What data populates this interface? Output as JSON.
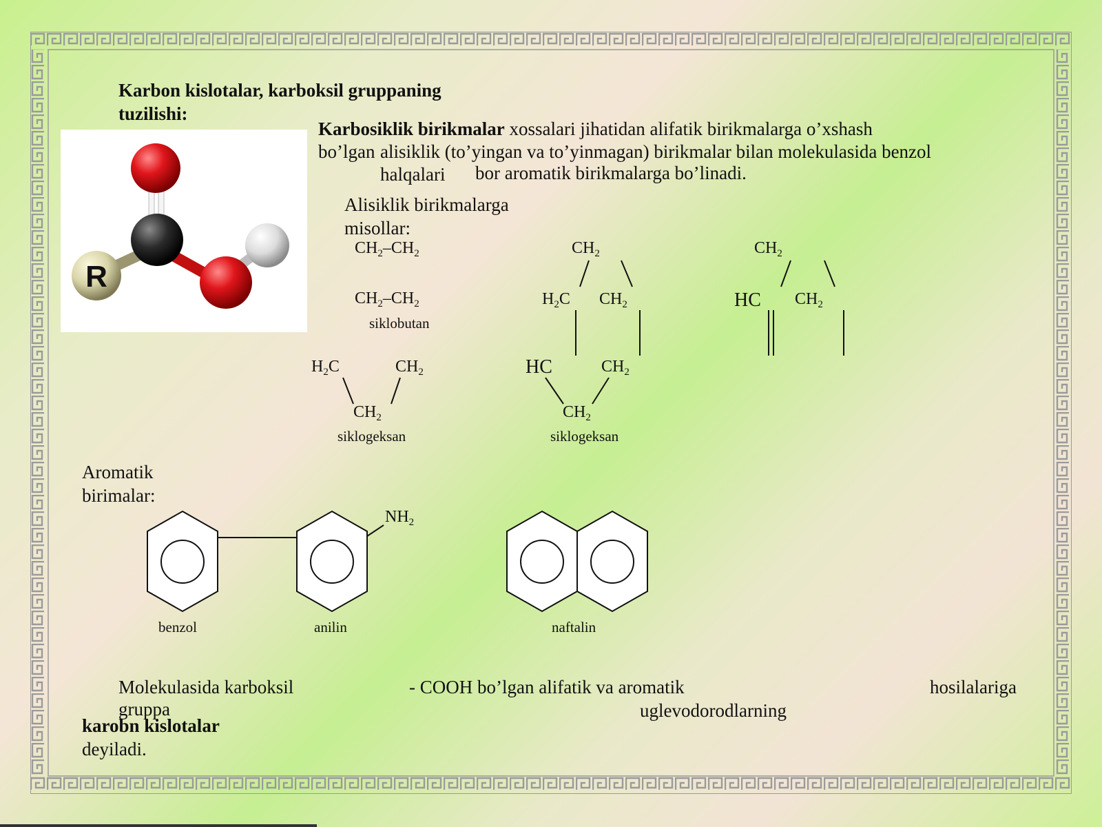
{
  "heading": {
    "line1": "Karbon kislotalar, karboksil gruppaning",
    "line2": "tuzilishi:"
  },
  "intro": {
    "bold": "Karbosiklik birikmalar",
    "rest1": "xossalari jihatidan alifatik birikmalarga o’xshash",
    "part2a": "bo’lgan",
    "part2b": "alisiklik (to’yingan va to’yinmagan) birikmalar bilan molekulasida benzol",
    "part3a": "halqalari",
    "part3b": "bor aromatik birikmalarga bo’linadi."
  },
  "alicyclic": {
    "title_line1": "Alisiklik birikmalarga",
    "title_line2": "misollar:",
    "cyclobutane": {
      "top_left": "CH",
      "top_right": "CH",
      "sep": "–",
      "sub": "2",
      "name": "siklobutan"
    },
    "cyclopentane": {
      "left": "H",
      "leftC": "C",
      "right": "CH",
      "bottom": "CH",
      "sub": "2",
      "name": "siklogeksan"
    },
    "cyclohexane": {
      "top": "CH",
      "midL": "H",
      "midLC": "C",
      "midR": "CH",
      "botL": "HC",
      "botR": "CH",
      "bottom": "CH",
      "sub": "2",
      "name": "siklogeksan"
    },
    "cyclohexene": {
      "top": "CH",
      "midL": "HC",
      "midR": "CH",
      "sub": "2"
    }
  },
  "aromatic": {
    "title_line1": "Aromatik",
    "title_line2": "birimalar:",
    "benzol": "benzol",
    "anilin": "anilin",
    "naftalin": "naftalin",
    "nh": "NH",
    "sub": "2"
  },
  "molecule": {
    "r_label": "R"
  },
  "conclusion": {
    "p1": "Molekulasida karboksil",
    "p1b": "gruppa",
    "p2": "- COOH bo’lgan alifatik va aromatik",
    "p3": "uglevodorodlarning",
    "p4": "hosilalariga",
    "p5": "karobn kislotalar",
    "p6": "deyiladi."
  },
  "colors": {
    "frame": "#9a9a9a",
    "oxygen": "#e0161b",
    "carbon": "#2b2b2b",
    "hydrogen": "#e8e8e8",
    "r_group": "#d8d4a8"
  }
}
